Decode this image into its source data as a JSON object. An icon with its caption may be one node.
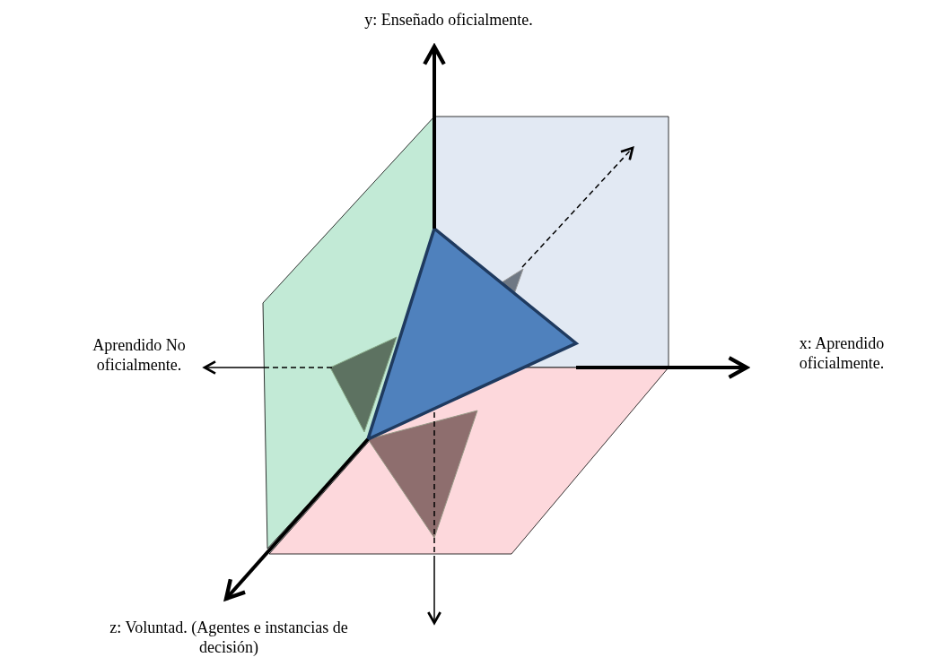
{
  "diagram": {
    "labels": [
      "y: Enseñado oficialmente.",
      "Aprendido No oficialmente.",
      "x: Aprendido oficialmente.",
      "z: Voluntad. (Agentes e instancias de decisión)"
    ]
  }
}
